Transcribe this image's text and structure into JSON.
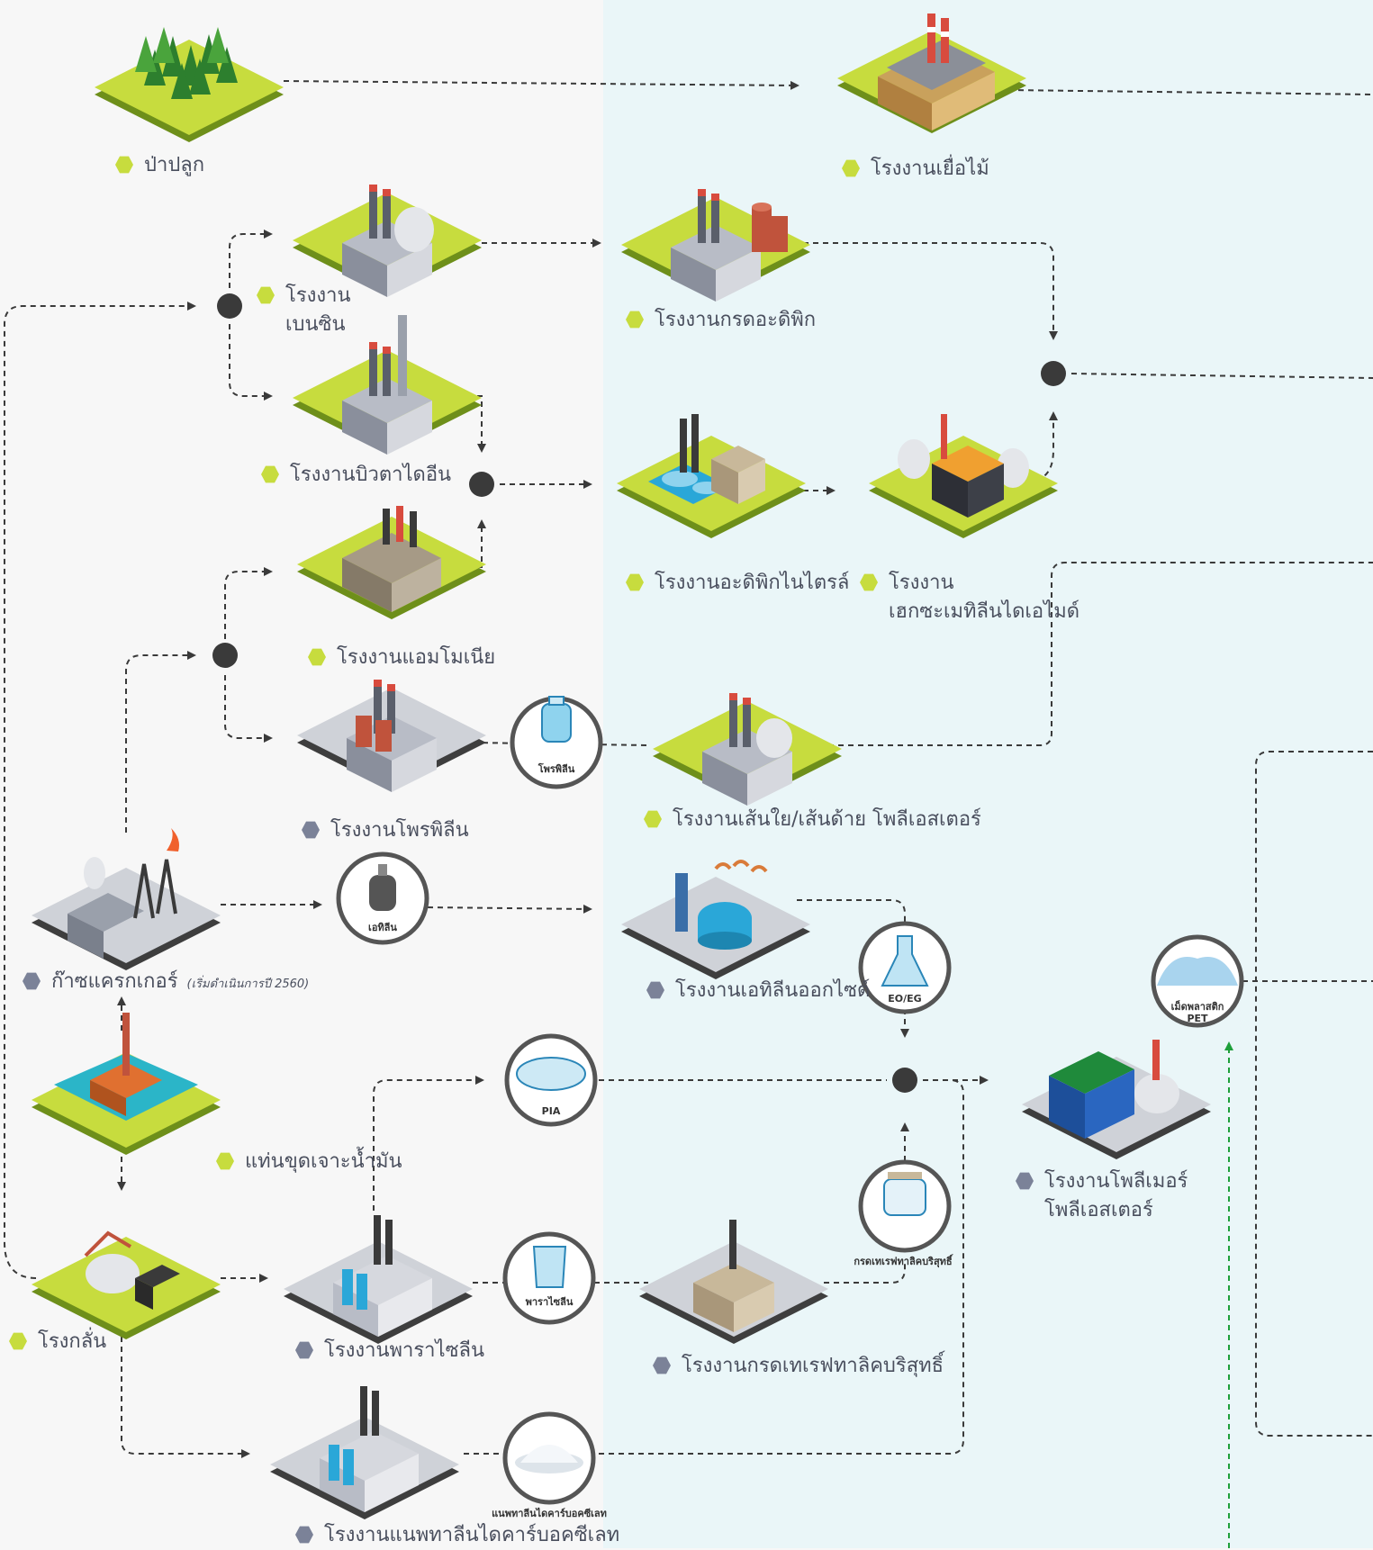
{
  "nodes": {
    "forest": {
      "label": "ป่าปลูก"
    },
    "pulp_mill": {
      "label": "โรงงานเยื่อไม้"
    },
    "benzene": {
      "line1": "โรงงาน",
      "line2": "เบนซิน"
    },
    "adipic_acid": {
      "label": "โรงงานกรดอะดิพิก"
    },
    "butadiene": {
      "label": "โรงงานบิวตาไดอีน"
    },
    "adiponitrile": {
      "label": "โรงงานอะดิพิกไนไตรล์"
    },
    "hmda": {
      "line1": "โรงงาน",
      "line2": "เฮกซะเมทิลีนไดเอไมด์"
    },
    "ammonia": {
      "label": "โรงงานแอมโมเนีย"
    },
    "propylene": {
      "label": "โรงงานโพรพิลีน"
    },
    "polyester_fiber": {
      "label": "โรงงานเส้นใย/เส้นด้าย  โพลีเอสเตอร์"
    },
    "gas_cracker": {
      "label": "ก๊าซแครกเกอร์",
      "note": "(เริ่มดำเนินการปี 2560)"
    },
    "eo": {
      "label": "โรงงานเอทิลีนออกไซด์"
    },
    "oil_rig": {
      "label": "แท่นขุดเจาะน้ำมัน"
    },
    "refinery": {
      "label": "โรงกลั่น"
    },
    "paraxylene": {
      "label": "โรงงานพาราไซลีน"
    },
    "pta": {
      "label": "โรงงานกรดเทเรฟทาลิคบริสุทธิ์"
    },
    "polyester_polymer": {
      "line1": "โรงงานโพลีเมอร์",
      "line2": "โพลีเอสเตอร์"
    },
    "ndc": {
      "label": "โรงงานแนพทาลีนไดคาร์บอคซีเลท"
    }
  },
  "products": {
    "propylene": "โพรพิลีน",
    "ethylene": "เอทิลีน",
    "eoeg": "EO/EG",
    "pia": "PIA",
    "pet": "เม็ดพลาสติก PET",
    "paraxylene": "พาราไซลีน",
    "pta": "กรดเทเรฟทาลิคบริสุทธิ์",
    "ndc": "แนพทาลีนไดคาร์บอคซีเลท"
  },
  "colors": {
    "lime": "#c7dc3e",
    "lime_dark": "#6e8f1a",
    "slate": "#7b8298",
    "tile_gray": "#cfd2d8",
    "tile_dark": "#444",
    "line": "#3a3a3a",
    "green_arrow": "#1e9f3a",
    "right_panel": "#eaf6f8"
  }
}
